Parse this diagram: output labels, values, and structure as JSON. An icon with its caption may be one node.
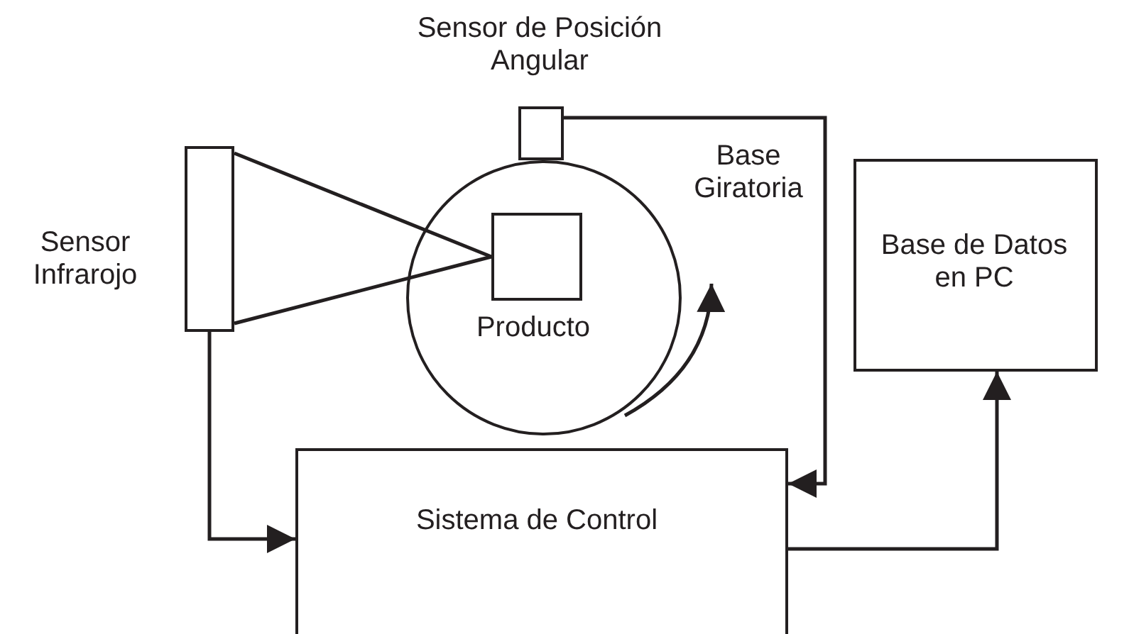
{
  "diagram": {
    "nodes": [
      {
        "text": [
          "Sensor de Posición Angular"
        ]
      },
      {
        "text": [
          "Base Giratoria"
        ]
      },
      {
        "text": [
          "Producto"
        ],
        "in": 1
      },
      {
        "text": [
          "Sensor Infrarojo"
        ]
      },
      {
        "text": [
          "Base de Datos en PC"
        ]
      },
      {
        "text": [
          "Sistema de Control"
        ]
      }
    ],
    "edges": [
      {
        "from": 3,
        "to": 2,
        "arrow": "none"
      },
      {
        "from": 3,
        "to": 2,
        "arrow": "none"
      },
      {
        "from": 3,
        "to": 5,
        "arrow": "to"
      },
      {
        "from": 0,
        "to": 5,
        "arrow": "to"
      },
      {
        "from": 5,
        "to": 4,
        "arrow": "to"
      }
    ]
  }
}
